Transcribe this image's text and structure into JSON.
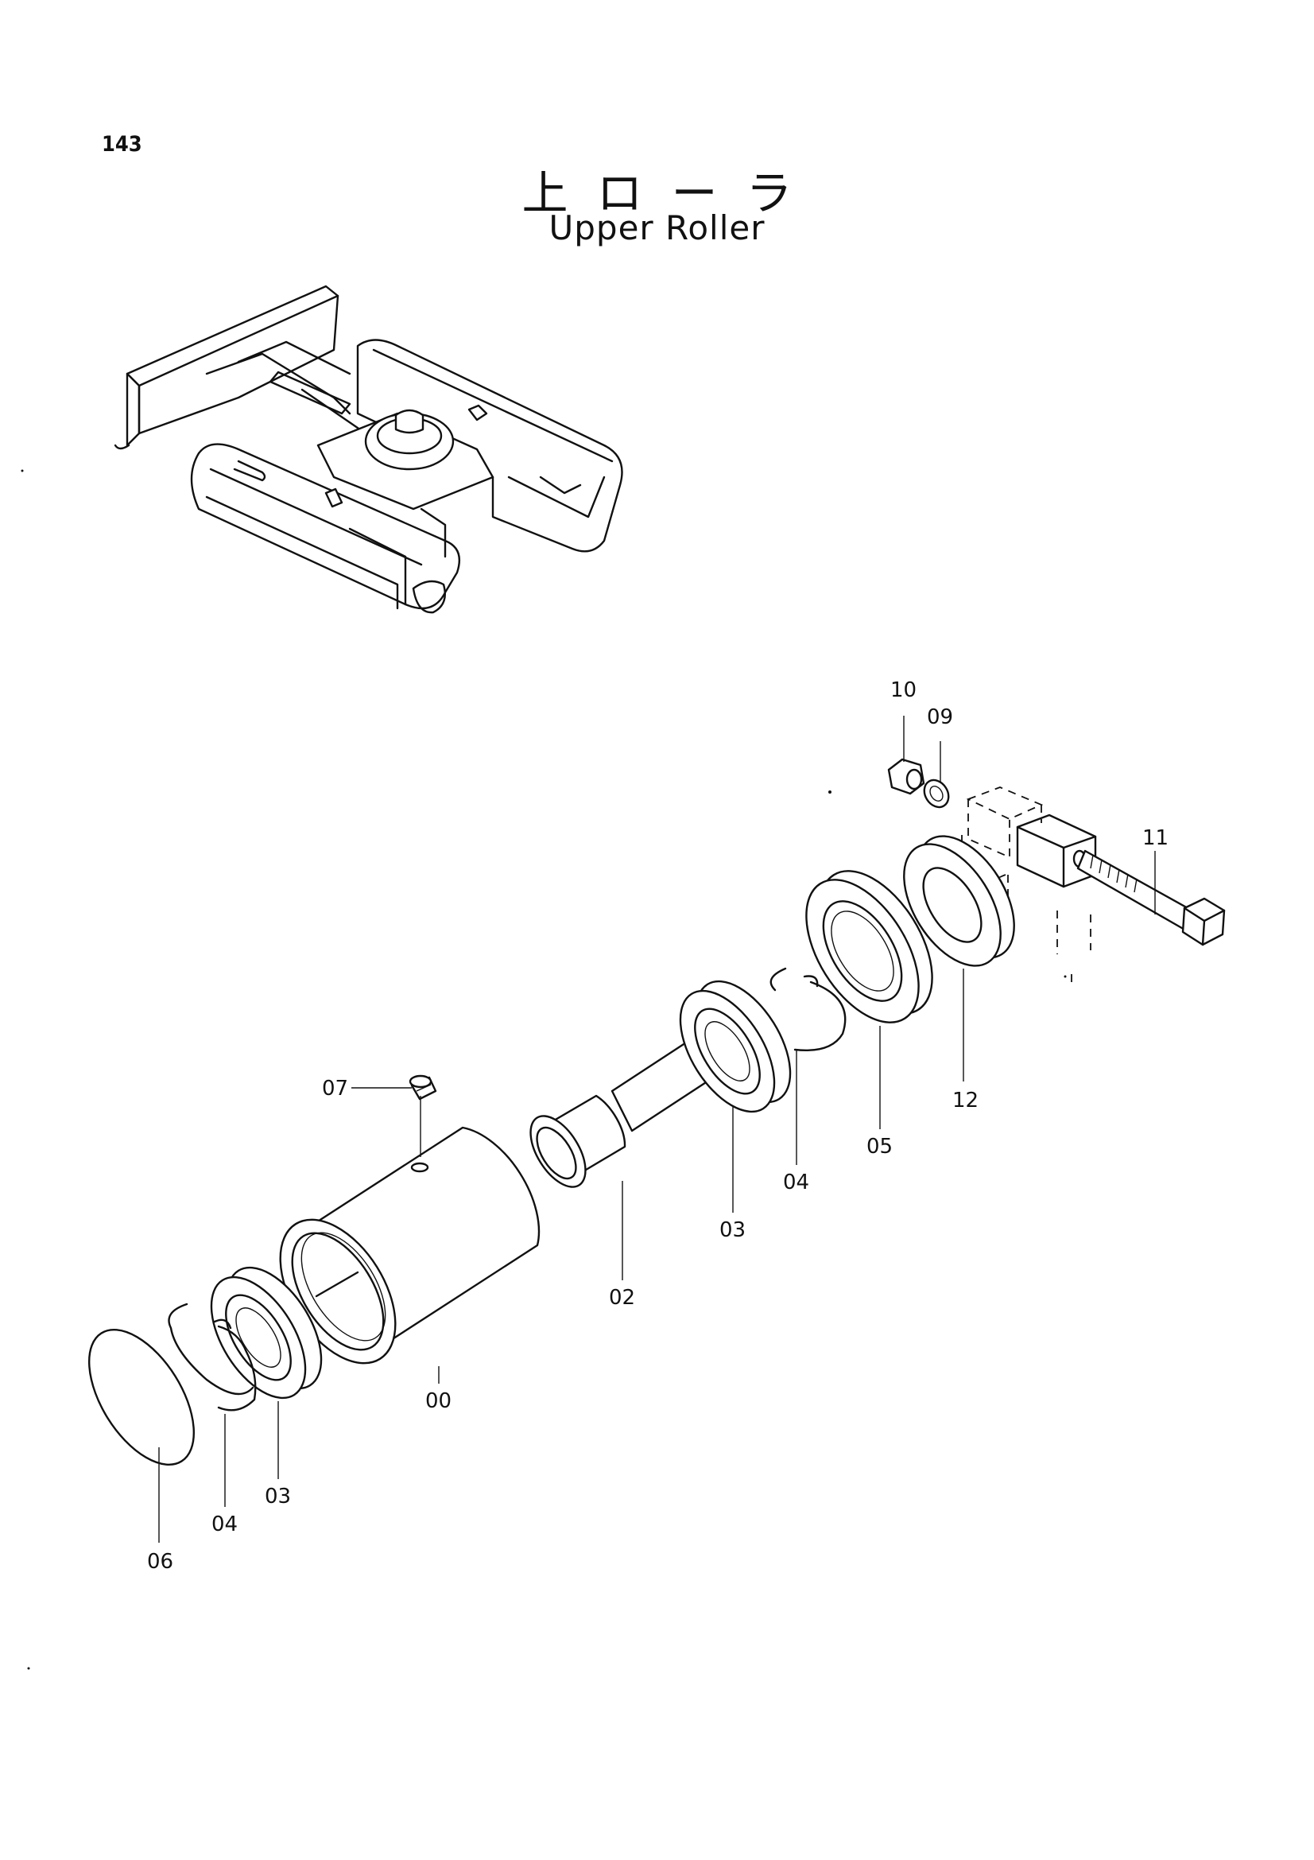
{
  "page": {
    "number": "143"
  },
  "title": {
    "japanese": "上ローラ",
    "english": "Upper Roller"
  },
  "callouts": {
    "p00": "00",
    "p02": "02",
    "p03a": "03",
    "p03b": "03",
    "p04a": "04",
    "p04b": "04",
    "p05": "05",
    "p06": "06",
    "p07": "07",
    "p09": "09",
    "p10": "10",
    "p11": "11",
    "p12": "12"
  }
}
